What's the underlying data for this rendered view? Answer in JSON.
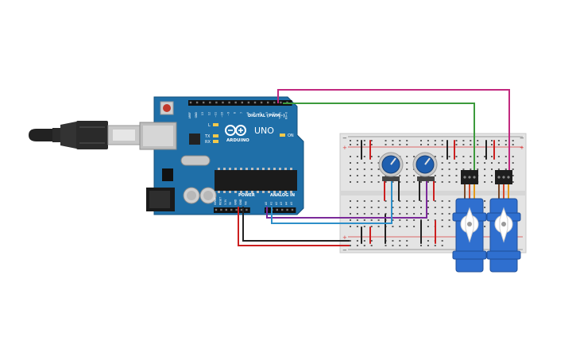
{
  "board": {
    "logo_text": "ARDUINO",
    "model": "UNO",
    "digital_header": "DIGITAL (PWM~)",
    "power_header": "POWER",
    "analog_header": "ANALOG IN",
    "on_label": "ON",
    "l_label": "L",
    "tx_label": "TX",
    "rx_label": "RX",
    "digital_pins": [
      "AREF",
      "GND",
      "13",
      "12",
      "~11",
      "~10",
      "~9",
      "8",
      "7",
      "~6",
      "~5",
      "4",
      "~3",
      "2",
      "TX→1",
      "RX←0"
    ],
    "power_pins": [
      "IOREF",
      "RESET",
      "3.3V",
      "5V",
      "GND",
      "GND",
      "Vin"
    ],
    "analog_pins": [
      "A0",
      "A1",
      "A2",
      "A3",
      "A4",
      "A5"
    ]
  },
  "breadboard": {
    "rail_plus": "+",
    "rail_minus": "−"
  },
  "colors": {
    "board": "#1f6fa8",
    "board_dark": "#14507c",
    "wire_magenta": "#c2297f",
    "wire_green": "#3c9a3c",
    "wire_purple": "#7b2a9a",
    "wire_blue": "#2d8fc9",
    "wire_red": "#cc1f1f",
    "wire_black": "#222222",
    "servo_blue": "#2f6fcf",
    "pot_blue": "#1f5fb0"
  }
}
